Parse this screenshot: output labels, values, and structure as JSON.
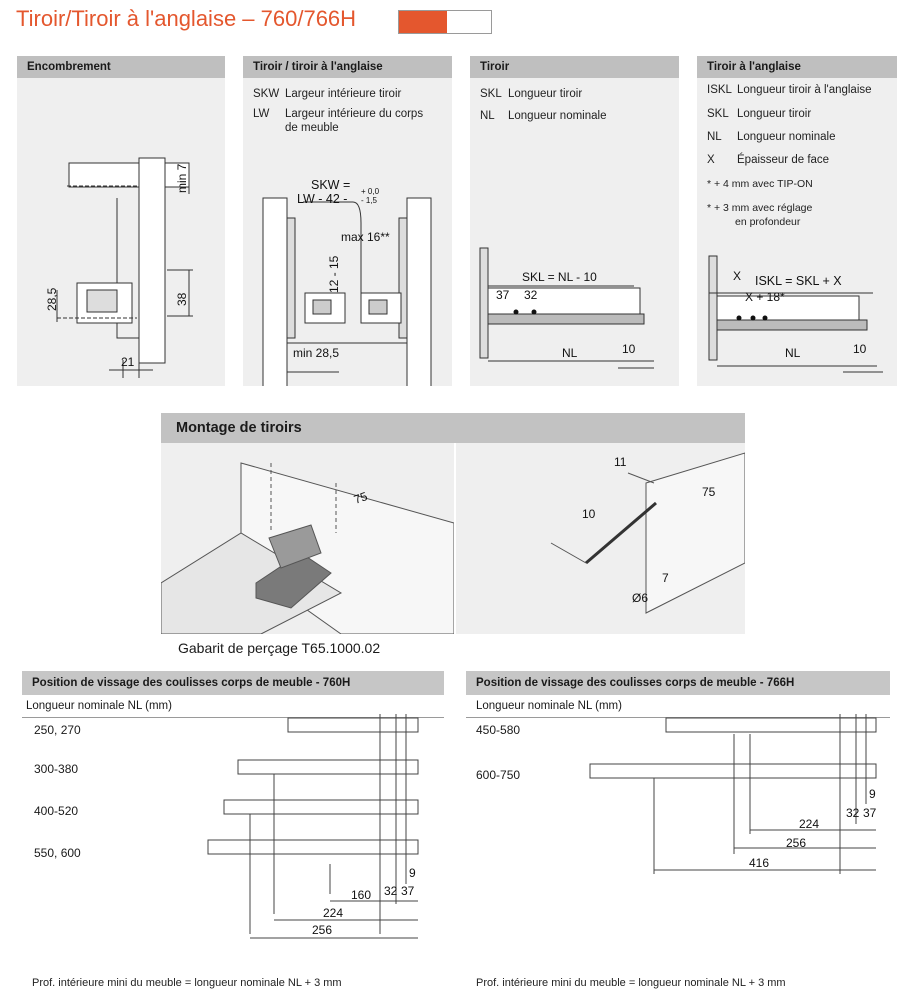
{
  "title": "Tiroir/Tiroir à l'anglaise – 760/766H",
  "colors": {
    "accent": "#e4572e",
    "panel": "#efefef",
    "header": "#bfbfbf"
  },
  "legend_bar_fill": 0.52,
  "panels": {
    "encombrement": {
      "title": "Encombrement",
      "dims": {
        "min7": "min 7",
        "h285": "28,5",
        "h38": "38",
        "w21": "21"
      }
    },
    "tiroir_anglaise_dims": {
      "title": "Tiroir / tiroir à l'anglaise",
      "defs": [
        {
          "code": "SKW",
          "text": "Largeur intérieure tiroir"
        },
        {
          "code": "LW",
          "text": "Largeur intérieure du corps",
          "text2": "de meuble"
        }
      ],
      "formula1": "SKW =",
      "formula2": "LW - 42 -",
      "tol_top": "+ 0,0",
      "tol_bot": "- 1,5",
      "max16": "max 16**",
      "h1215": "12 - 15",
      "min285": "min 28,5"
    },
    "tiroir": {
      "title": "Tiroir",
      "defs": [
        {
          "code": "SKL",
          "text": "Longueur tiroir"
        },
        {
          "code": "NL",
          "text": "Longueur nominale"
        }
      ],
      "skl": "SKL = NL - 10",
      "d37": "37",
      "d32": "32",
      "nl": "NL",
      "d10": "10"
    },
    "tiroir_anglaise": {
      "title": "Tiroir à l'anglaise",
      "defs": [
        {
          "code": "ISKL",
          "text": "Longueur tiroir à l'anglaise"
        },
        {
          "code": "SKL",
          "text": "Longueur tiroir"
        },
        {
          "code": "NL",
          "text": "Longueur nominale"
        },
        {
          "code": "X",
          "text": "Épaisseur de face"
        }
      ],
      "notes": [
        "* + 4 mm avec TIP-ON",
        "* + 3 mm avec réglage",
        "en profondeur"
      ],
      "x": "X",
      "iskl": "ISKL = SKL + X",
      "x18": "X + 18*",
      "nl": "NL",
      "d10": "10"
    }
  },
  "montage": {
    "title": "Montage de tiroirs",
    "d75a": "75",
    "d11": "11",
    "d10": "10",
    "d75b": "75",
    "d7": "7",
    "d6": "Ø6",
    "gabarit": "Gabarit de perçage T65.1000.02"
  },
  "pos760": {
    "title": "Position de vissage des coulisses corps de meuble - 760H",
    "subtitle": "Longueur nominale NL (mm)",
    "rows": [
      "250, 270",
      "300-380",
      "400-520",
      "550, 600"
    ],
    "dims": [
      "9",
      "32",
      "37",
      "160",
      "224",
      "256"
    ],
    "footer": "Prof. intérieure mini du meuble = longueur nominale NL + 3 mm"
  },
  "pos766": {
    "title": "Position de vissage des coulisses corps de meuble - 766H",
    "subtitle": "Longueur nominale NL (mm)",
    "rows": [
      "450-580",
      "600-750"
    ],
    "dims": [
      "9",
      "32",
      "37",
      "224",
      "256",
      "416"
    ],
    "footer": "Prof. intérieure mini du meuble = longueur nominale NL + 3 mm"
  }
}
